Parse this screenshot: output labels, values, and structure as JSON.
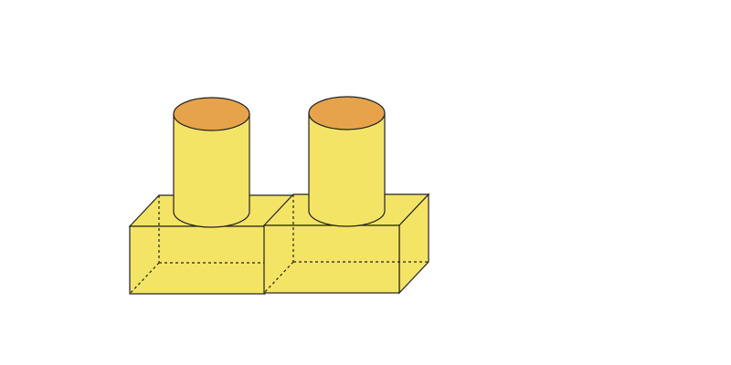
{
  "diagram": {
    "description_shapes": [
      "cuboid",
      "cuboid",
      "cylinder",
      "cylinder"
    ],
    "colors": {
      "body_fill": "#F4E466",
      "cylinder_top_fill": "#E6A34B",
      "stroke": "#222222"
    }
  }
}
